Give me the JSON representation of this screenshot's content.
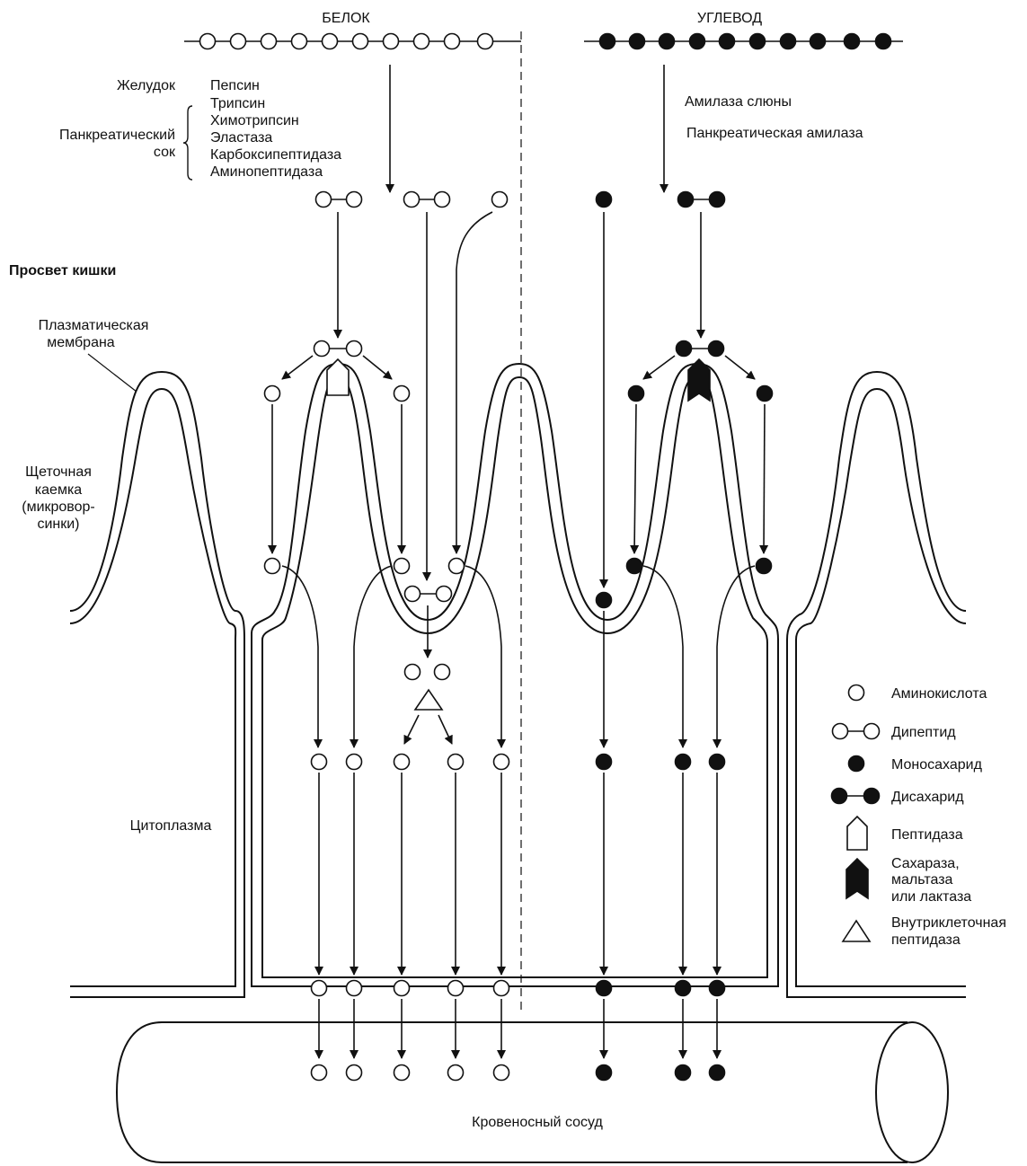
{
  "colors": {
    "ink": "#111111",
    "background": "#ffffff"
  },
  "top": {
    "protein_label": "БЕЛОК",
    "carb_label": "УГЛЕВОД"
  },
  "stomach_label": "Желудок",
  "pancreatic_label": [
    "Панкреатический",
    "сок"
  ],
  "protein_enzymes": [
    "Пепсин",
    "Трипсин",
    "Химотрипсин",
    "Эластаза",
    "Карбоксипептидаза",
    "Аминопептидаза"
  ],
  "carb_enzymes": [
    "Амилаза слюны",
    "Панкреатическая амилаза"
  ],
  "lumen_label": "Просвет кишки",
  "membrane_label": [
    "Плазматическая",
    "мембрана"
  ],
  "brush_border_label": [
    "Щеточная",
    "каемка",
    "(микровор-",
    "синки)"
  ],
  "cytoplasm_label": "Цитоплазма",
  "vessel_label": "Кровеносный сосуд",
  "legend": [
    {
      "icon": "amino-acid",
      "text": [
        "Аминокислота"
      ]
    },
    {
      "icon": "dipeptide",
      "text": [
        "Дипептид"
      ]
    },
    {
      "icon": "monosaccharide",
      "text": [
        "Моносахарид"
      ]
    },
    {
      "icon": "disaccharide",
      "text": [
        "Дисахарид"
      ]
    },
    {
      "icon": "peptidase",
      "text": [
        "Пептидаза"
      ]
    },
    {
      "icon": "sucrase",
      "text": [
        "Сахараза,",
        "мальтаза",
        "или лактаза"
      ]
    },
    {
      "icon": "intracellular-peptidase",
      "text": [
        "Внутриклеточная",
        "пептидаза"
      ]
    }
  ]
}
